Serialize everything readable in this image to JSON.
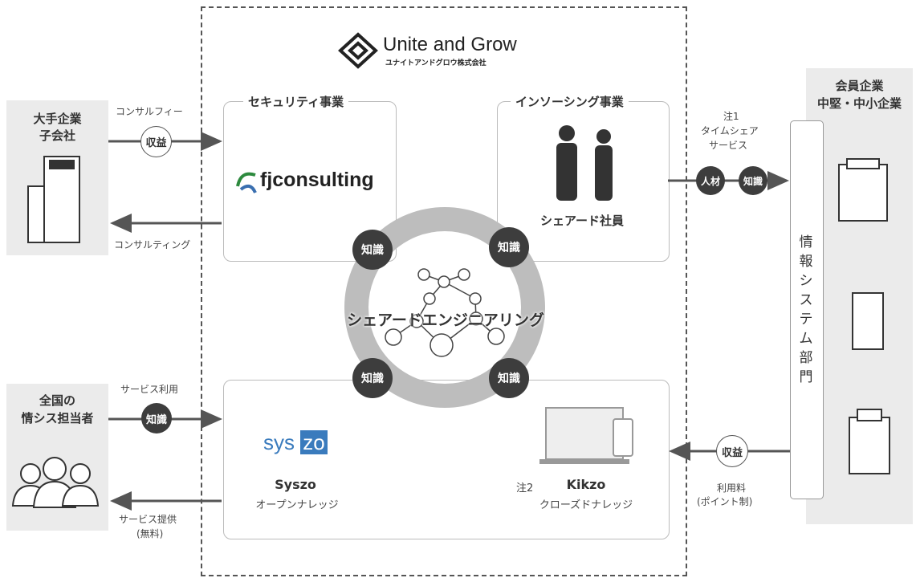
{
  "logo": {
    "name": "Unite and Grow",
    "sub": "ユナイトアンドグロウ株式会社"
  },
  "left_top": {
    "title_line1": "大手企業",
    "title_line2": "子会社"
  },
  "left_bottom": {
    "title_line1": "全国の",
    "title_line2": "情シス担当者"
  },
  "right": {
    "title_line1": "会員企業",
    "title_line2": "中堅・中小企業",
    "dept": [
      "情",
      "報",
      "シ",
      "ス",
      "テ",
      "ム",
      "部",
      "門"
    ]
  },
  "security": {
    "label": "セキュリティ事業",
    "brand": "fjconsulting"
  },
  "insourcing": {
    "label": "インソーシング事業",
    "caption": "シェアード社員"
  },
  "center": {
    "label": "シェアードエンジニアリング",
    "knowledge": "知識"
  },
  "bottom_box": {
    "syszo_logo_a": "sys",
    "syszo_logo_b": "zo",
    "syszo_name": "Syszo",
    "syszo_sub": "オープンナレッジ",
    "kikzo_note": "注2",
    "kikzo_name": "Kikzo",
    "kikzo_sub": "クローズドナレッジ"
  },
  "flows": {
    "consult_fee": "コンサルフィー",
    "revenue": "収益",
    "consulting": "コンサルティング",
    "service_use": "サービス利用",
    "knowledge": "知識",
    "service_provide": "サービス提供",
    "free": "(無料)",
    "note1": "注1",
    "timeshare1": "タイムシェア",
    "timeshare2": "サービス",
    "talent": "人材",
    "usage_fee": "利用料",
    "point": "(ポイント制)"
  }
}
